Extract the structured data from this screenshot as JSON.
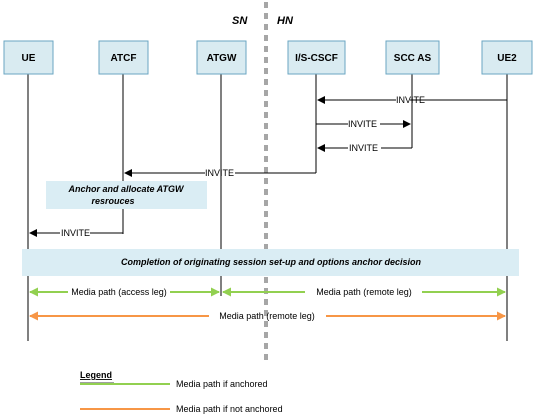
{
  "domains": {
    "left": "SN",
    "right": "HN"
  },
  "nodes": [
    {
      "id": "ue",
      "label": "UE"
    },
    {
      "id": "atcf",
      "label": "ATCF"
    },
    {
      "id": "atgw",
      "label": "ATGW"
    },
    {
      "id": "iscscf",
      "label": "I/S-CSCF"
    },
    {
      "id": "sccas",
      "label": "SCC AS"
    },
    {
      "id": "ue2",
      "label": "UE2"
    }
  ],
  "messages": [
    {
      "from": "ue2",
      "to": "iscscf",
      "label": "INVITE"
    },
    {
      "from": "iscscf",
      "to": "sccas",
      "label": "INVITE"
    },
    {
      "from": "sccas",
      "to": "iscscf",
      "label": "INVITE"
    },
    {
      "from": "iscscf",
      "to": "atcf",
      "label": "INVITE"
    },
    {
      "from": "atcf",
      "to": "ue",
      "label": "INVITE"
    }
  ],
  "notes": {
    "anchor": {
      "line1": "Anchor and allocate ATGW",
      "line2": "resrouces"
    },
    "completion": "Completion of originating session set-up and options anchor decision"
  },
  "media_paths": [
    {
      "from": "ue",
      "to": "atgw",
      "label": "Media path (access leg)",
      "color": "#92d050"
    },
    {
      "from": "atgw",
      "to": "ue2",
      "label": "Media path (remote leg)",
      "color": "#92d050"
    },
    {
      "from": "ue",
      "to": "ue2",
      "label": "Media path (remote leg)",
      "color": "#f79646"
    }
  ],
  "legend": {
    "title": "Legend",
    "items": [
      {
        "label": "Media path if anchored",
        "color": "#92d050"
      },
      {
        "label": "Media path if not anchored",
        "color": "#f79646"
      }
    ]
  },
  "colors": {
    "node_fill": "#d9ebf1",
    "note_fill": "#daedf4",
    "divider": "#a6a6a6"
  }
}
